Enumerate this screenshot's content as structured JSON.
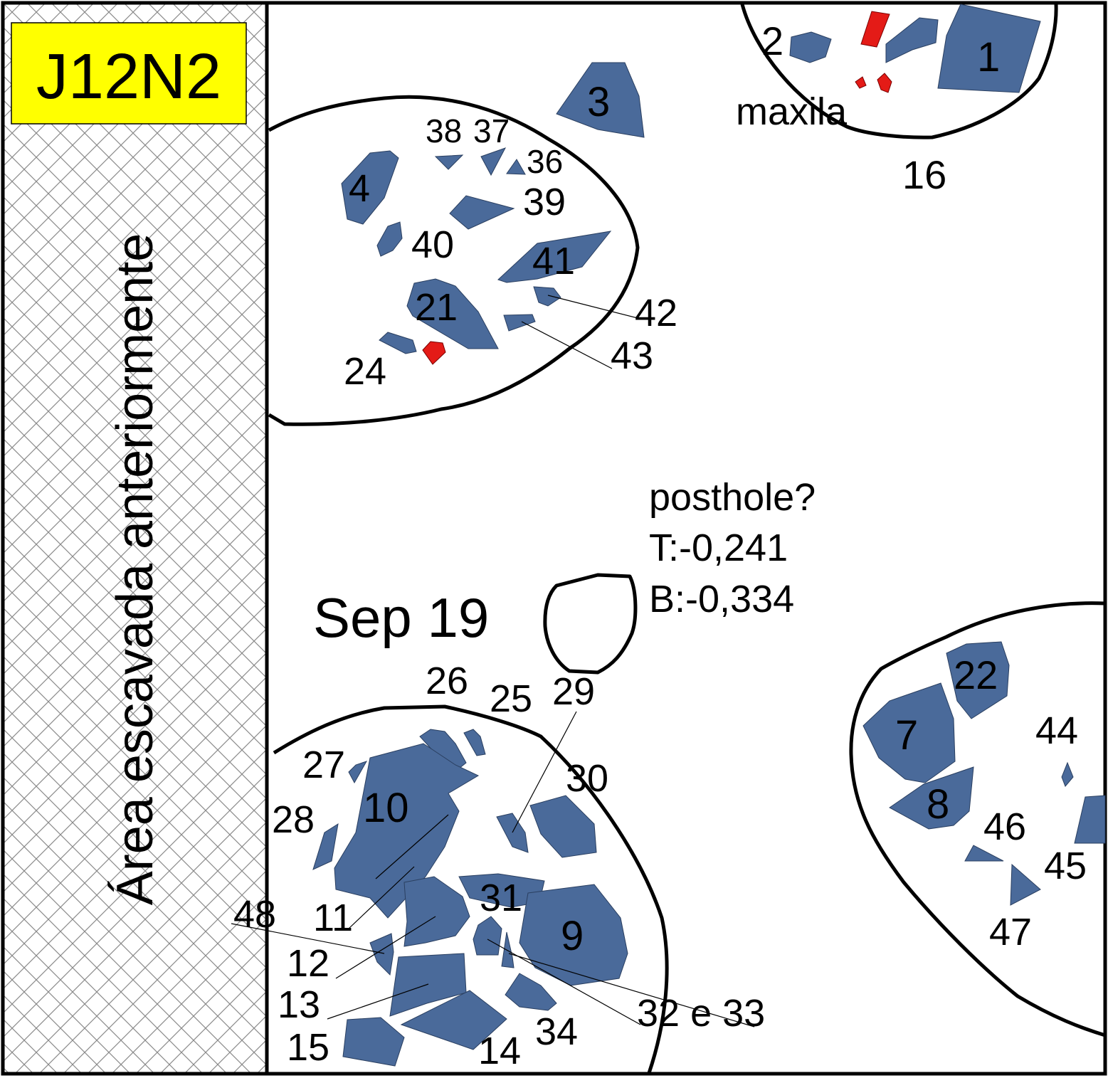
{
  "square_id": "J12N2",
  "excavated_area_label": "Área escavada anteriormente",
  "colors": {
    "stone": "#4a6a9a",
    "bone": "#e41b17",
    "label_bg": "#ffff00",
    "hatch": "#8a8a8a"
  },
  "features": {
    "sep_label": "Sep 19",
    "posthole_label": "posthole?",
    "posthole_top": "T:-0,241",
    "posthole_bottom": "B:-0,334",
    "maxila_label": "maxila",
    "pit_16_label": "16"
  },
  "stone_labels": {
    "s1": "1",
    "s2": "2",
    "s3": "3",
    "s4": "4",
    "s7": "7",
    "s8": "8",
    "s9": "9",
    "s10": "10",
    "s11": "11",
    "s12": "12",
    "s13": "13",
    "s14": "14",
    "s15": "15",
    "s21": "21",
    "s22": "22",
    "s24": "24",
    "s25": "25",
    "s26": "26",
    "s27": "27",
    "s28": "28",
    "s29": "29",
    "s30": "30",
    "s31": "31",
    "s32_33": "32 e 33",
    "s34": "34",
    "s36": "36",
    "s37": "37",
    "s38": "38",
    "s39": "39",
    "s40": "40",
    "s41": "41",
    "s42": "42",
    "s43": "43",
    "s44": "44",
    "s45": "45",
    "s46": "46",
    "s47": "47",
    "s48": "48"
  }
}
